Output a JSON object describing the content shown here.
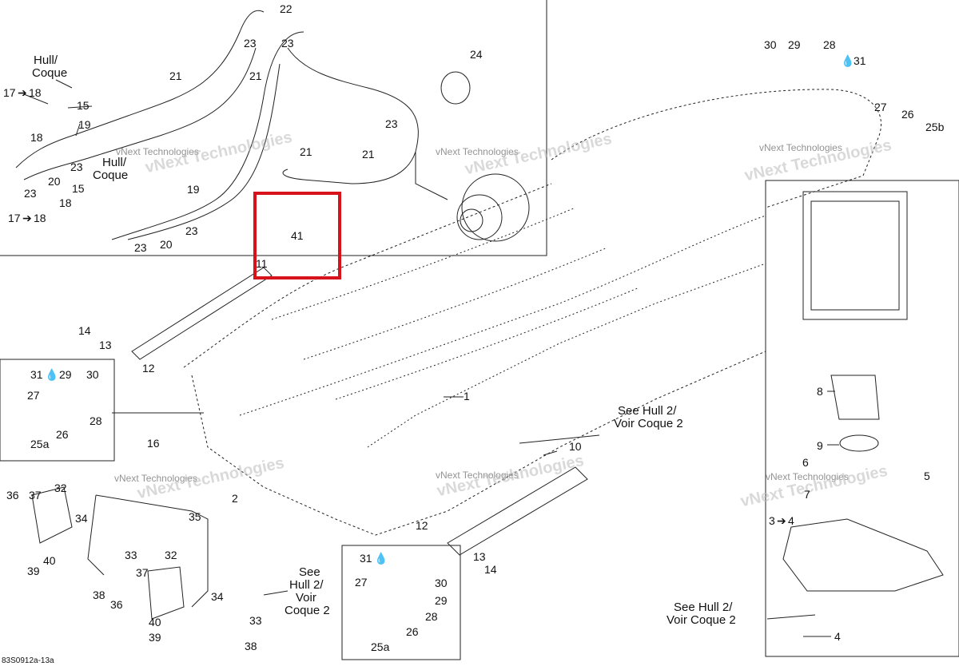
{
  "diagram": {
    "doc_code": "83S0912a-13a",
    "watermark_small": "vNext Technologies",
    "watermark_large": "vNext Technologies",
    "highlight_color": "#d8121b",
    "callouts": {
      "hull1": "Hull/",
      "coque1": "Coque",
      "hull2": "Hull/",
      "coque2": "Coque",
      "n17a": "17",
      "n18a": "18",
      "n15a": "15",
      "n18b": "18",
      "n19a": "19",
      "n23a": "23",
      "n20a": "20",
      "n23b": "23",
      "n21a": "21",
      "n21b": "21",
      "n22": "22",
      "n23c": "23",
      "n23d": "23",
      "n24": "24",
      "n23e": "23",
      "n21c": "21",
      "n21d": "21",
      "n15b": "15",
      "n18c": "18",
      "n19b": "19",
      "n23f": "23",
      "n17b": "17",
      "n18d": "18",
      "n23g": "23",
      "n20b": "20",
      "n41": "41",
      "n11": "11",
      "n30a": "30",
      "n29a": "29",
      "n28a": "28",
      "n31a": "31",
      "n27a": "27",
      "n26a": "26",
      "n25b": "25b",
      "n14a": "14",
      "n13a": "13",
      "n12a": "12",
      "n31b": "31",
      "n29b": "29",
      "n30b": "30",
      "n27b": "27",
      "n28b": "28",
      "n26b": "26",
      "n25a": "25a",
      "n1": "1",
      "see_hull_a": "See Hull 2/",
      "voir_coque_a": "Voir Coque 2",
      "n10": "10",
      "n16": "16",
      "n2": "2",
      "n12b": "12",
      "n13b": "13",
      "n14b": "14",
      "n8": "8",
      "n9": "9",
      "n6": "6",
      "n5": "5",
      "n7": "7",
      "n3": "3",
      "n4a": "4",
      "see_hull_b": "See Hull 2/",
      "voir_coque_b": "Voir Coque 2",
      "n4b": "4",
      "n36a": "36",
      "n37a": "37",
      "n32a": "32",
      "n34a": "34",
      "n35": "35",
      "n40a": "40",
      "n39a": "39",
      "n33a": "33",
      "n38a": "38",
      "n36b": "36",
      "n37b": "37",
      "n32b": "32",
      "n34b": "34",
      "n33b": "33",
      "n40b": "40",
      "n39b": "39",
      "n38b": "38",
      "see_hull_c1": "See",
      "see_hull_c2": "Hull 2/",
      "see_hull_c3": "Voir",
      "see_hull_c4": "Coque 2",
      "n31c": "31",
      "n27c": "27",
      "n30c": "30",
      "n29c": "29",
      "n28c": "28",
      "n26c": "26",
      "n25a2": "25a"
    }
  }
}
